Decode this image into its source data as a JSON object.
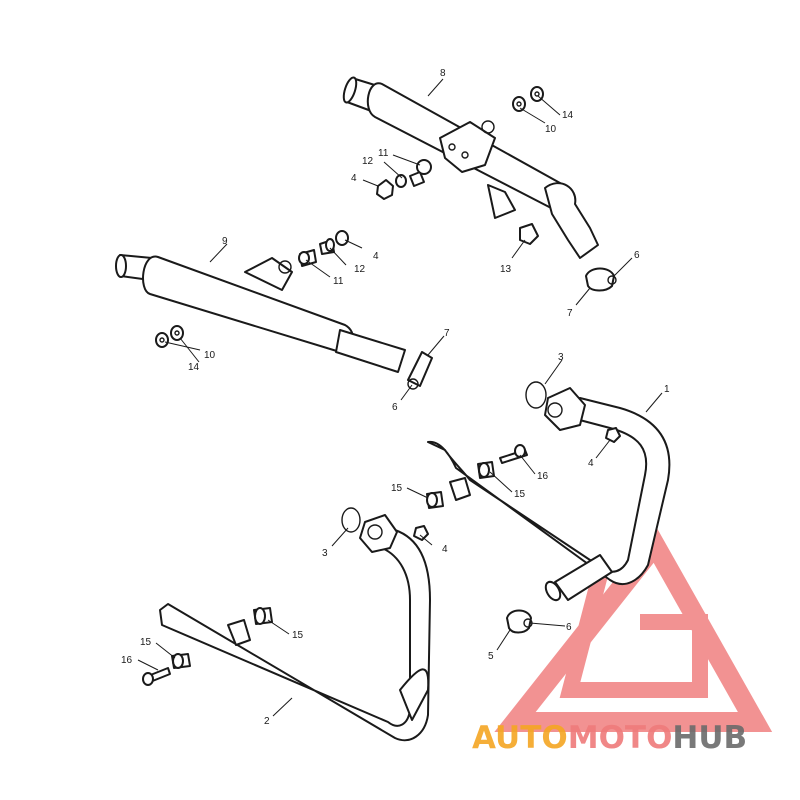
{
  "callouts": {
    "c1": "1",
    "c2": "2",
    "c3a": "3",
    "c3b": "3",
    "c4a": "4",
    "c4b": "4",
    "c4c": "4",
    "c4d": "4",
    "c5": "5",
    "c6a": "6",
    "c6b": "6",
    "c6c": "6",
    "c7a": "7",
    "c7b": "7",
    "c8": "8",
    "c9": "9",
    "c10a": "10",
    "c10b": "10",
    "c11a": "11",
    "c11b": "11",
    "c12a": "12",
    "c12b": "12",
    "c13": "13",
    "c14a": "14",
    "c14b": "14",
    "c15a": "15",
    "c15b": "15",
    "c15c": "15",
    "c15d": "15",
    "c16a": "16",
    "c16b": "16"
  },
  "watermark": {
    "part1": "AUTO",
    "part2": "MOTO",
    "part3": "HUB",
    "colors": {
      "orange": "#f5a623",
      "red": "#ef7b7b",
      "gray": "#6b6b6b",
      "logo": "#f08080"
    }
  }
}
